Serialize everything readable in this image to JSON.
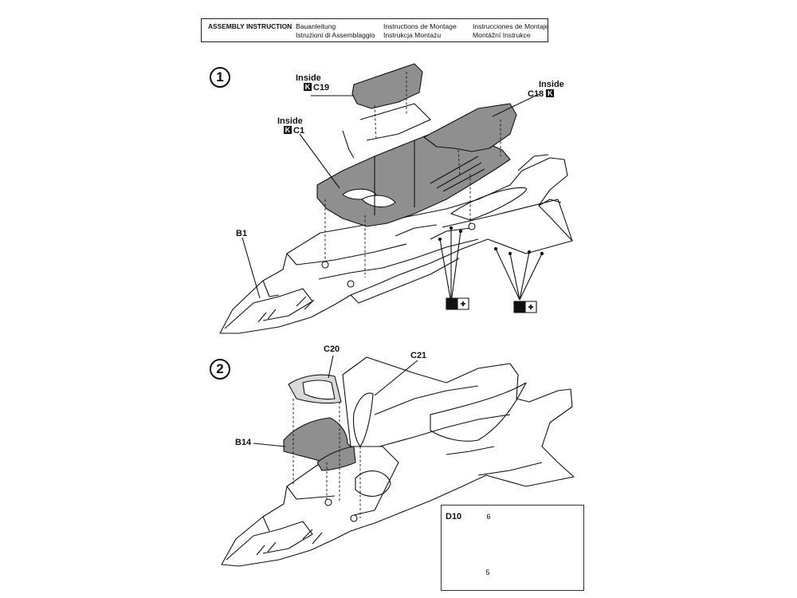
{
  "header": {
    "title": "ASSEMBLY INSTRUCTION",
    "languages": [
      "Bauanleitung",
      "Istruzioni di Assemblaggio",
      "Instructions de Montage",
      "Instrukcja Montażu",
      "Instrucciones de Montaje",
      "Montážní Instrukce"
    ]
  },
  "step1": {
    "number": "1",
    "inside_label": "Inside",
    "k_label": "K",
    "parts": {
      "c19": "C19",
      "c1": "C1",
      "c18": "C18",
      "b1": "B1"
    }
  },
  "step2": {
    "number": "2",
    "parts": {
      "c20": "C20",
      "c21": "C21",
      "b14": "B14"
    }
  },
  "detail": {
    "part": "D10",
    "callout_a": "6",
    "callout_b": "5"
  },
  "colors": {
    "part_fill": "#8f8f8f",
    "line": "#111111",
    "paper": "#ffffff"
  }
}
